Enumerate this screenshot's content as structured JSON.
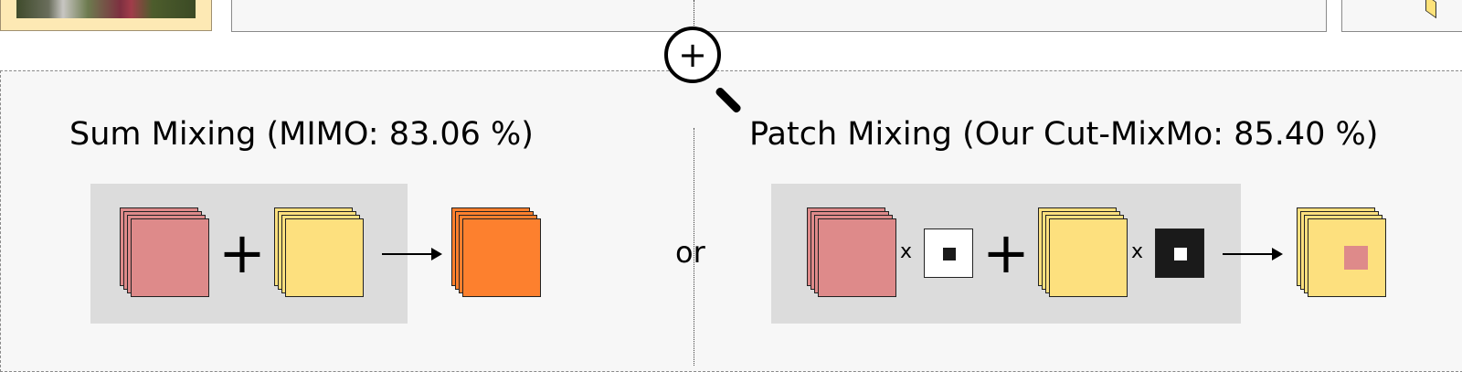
{
  "left_section": {
    "title": "Sum Mixing (MIMO: 83.06 %)",
    "operator": "+"
  },
  "right_section": {
    "title": "Patch Mixing (Our Cut-MixMo: 85.40 %)",
    "operator": "+",
    "multiply_symbol": "x"
  },
  "separator_text": "or",
  "magnifier_symbol": "+",
  "colors": {
    "input_a": "#de8a8a",
    "input_b": "#fde07e",
    "sum_output": "#fd802e",
    "panel_background": "#f7f7f7",
    "operation_box": "#dcdcdc"
  },
  "icons": [
    "magnifier-icon",
    "plus-icon",
    "arrow-icon",
    "binary-mask-icon"
  ]
}
